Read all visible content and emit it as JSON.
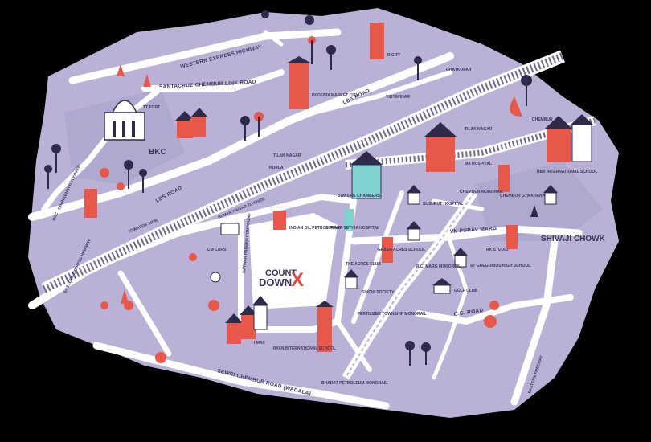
{
  "colors": {
    "background": "#000000",
    "land": "#b9b2d6",
    "land_dark": "#a59dc8",
    "road": "#ffffff",
    "rail": "#6e678f",
    "building_red": "#e8584a",
    "building_dark": "#2e2a4a",
    "accent": "#e8463a",
    "teal": "#7fd3cf"
  },
  "logo": {
    "line1": "COUNT",
    "line2": "DOWN",
    "mark": "X"
  },
  "roads": {
    "western_express": "WESTERN EXPRESS HIGHWAY",
    "santacruz_chembur": "SANTACRUZ CHEMBUR LINK ROAD",
    "lbs_road_top": "LBS ROAD",
    "lbs_road_left": "LBS ROAD",
    "vidyavihar": "VIDYAVIHAR",
    "cst_road": "BKC - CHUNABHATTI FLYOVER",
    "eastern_express": "EASTERN EXPRESS HIGHWAY",
    "towards_sion": "TOWARDS SION",
    "surya_nagar": "SUMAN NAGAR FLYOVER",
    "sewri_chembur": "SEWRI CHEMBUR ROAD (WADALA)",
    "vn_purav": "VN PURAV MARG",
    "cg_road": "C.G. ROAD",
    "eastern_freeway": "EASTERN FREEWAY",
    "rc_marg": "R.C. MARG MONORAIL",
    "tilak_nagar_left": "TILAK NAGAR",
    "tilak_nagar_right": "TILAK NAGAR",
    "chembur_monorail": "CHEMBUR MONORAIL",
    "fertilizer": "FERTILIZER TOWNSHIP MONORAIL",
    "bharat_petroleum": "BHARAT PETROLEUM MONORAIL",
    "natwar": "NATWAR PAREKH COMPOUND"
  },
  "places": {
    "bkc": "BKC",
    "tt_fort": "TT FORT",
    "kurla": "KURLA",
    "phoenix": "PHOENIX MARKET CITY",
    "r_city": "R CITY",
    "ghatkopar": "GHATKOPAR",
    "chembur": "CHEMBUR",
    "rbk": "RBK INTERNATIONAL SCHOOL",
    "ma_hospital": "MA HOSPITAL",
    "swastik": "SWASTIK CHAMBERS",
    "sushrut": "SUSHRUT HOSPITAL",
    "chembur_gym": "CHEMBUR GYMKHANA",
    "shivaji": "SHIVAJI CHOWK",
    "rk_studio": "RK STUDIO",
    "st_gregorios": "ST GREGORIOS HIGH SCHOOL",
    "green_acres": "GREEN ACRES SCHOOL",
    "acres_club": "THE ACRES CLUB",
    "sindhi": "SINDHI SOCIETY",
    "golf_club": "GOLF CLUB",
    "indian_oil": "INDIAN OIL PETROL PUMP",
    "surana": "SURANA SETHIA HOSPITAL",
    "cm_cars": "CM CARS",
    "ryan": "RYAN INTERNATIONAL SCHOOL",
    "i_max": "I MAX"
  }
}
